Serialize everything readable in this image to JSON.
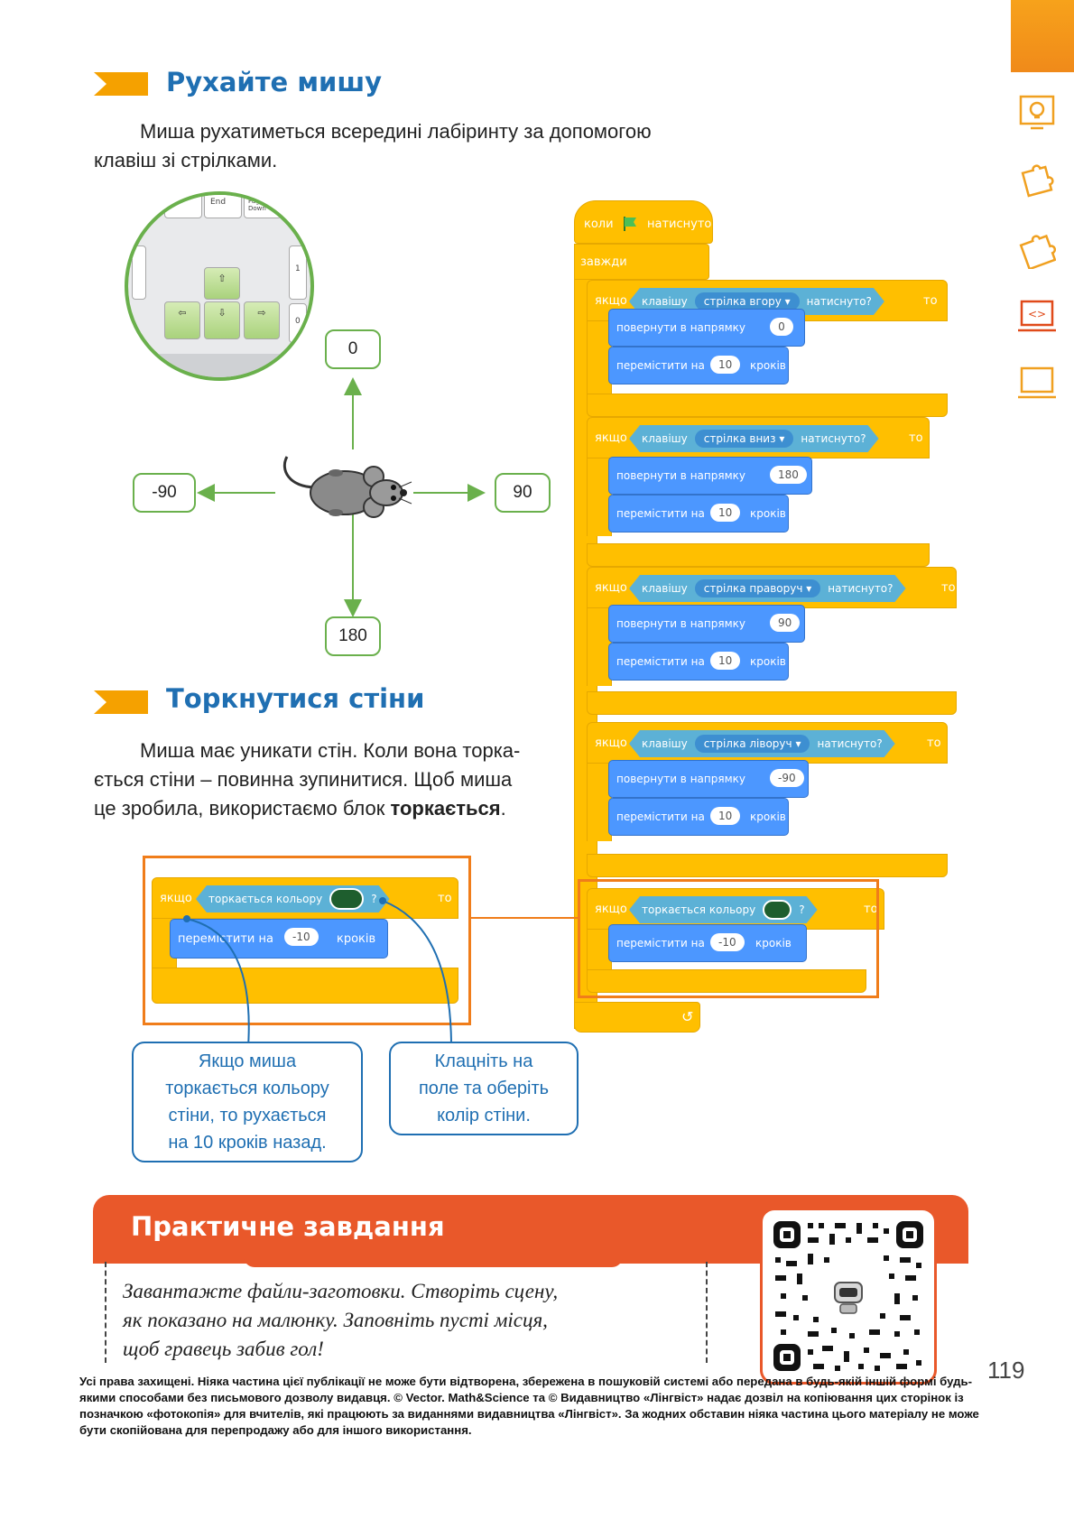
{
  "section1": {
    "title": "Рухайте мишу",
    "paragraph_line1": "Миша рухатиметься всередині лабіринту за допомогою",
    "paragraph_line2": "клавіш зі стрілками."
  },
  "keyboard": {
    "keys": [
      "End",
      "Page Down",
      "1",
      "0"
    ],
    "arrows": [
      "⇧",
      "⇦",
      "⇩",
      "⇨"
    ]
  },
  "directions": {
    "up": "0",
    "left": "-90",
    "right": "90",
    "down": "180"
  },
  "section2": {
    "title": "Торкнутися стіни",
    "line1": "Миша має уникати стін. Коли вона торка-",
    "line2": "ється стіни – повинна зупинитися. Щоб миша",
    "line3_plain": "це зробила, використаємо блок ",
    "line3_bold": "торкається",
    "line3_end": "."
  },
  "script": {
    "hat_when": "коли",
    "hat_clicked": "натиснуто",
    "forever": "завжди",
    "if_label": "якщо",
    "then_label": "то",
    "key_label": "клавішу",
    "pressed_label": "натиснуто?",
    "turn_label": "повернути в напрямку",
    "move_label": "перемістити на",
    "steps_label": "кроків",
    "conditions": [
      {
        "key": "стрілка вгору",
        "angle": "0",
        "steps": "10"
      },
      {
        "key": "стрілка вниз",
        "angle": "180",
        "steps": "10"
      },
      {
        "key": "стрілка праворуч",
        "angle": "90",
        "steps": "10"
      },
      {
        "key": "стрілка ліворуч",
        "angle": "-90",
        "steps": "10"
      }
    ],
    "touch_label": "торкається кольору",
    "question": "?",
    "back_steps": "-10",
    "loop_arrow": "↺"
  },
  "touch_colors": {
    "wall": "#1e5e2e"
  },
  "callouts": {
    "left": [
      "Якщо миша",
      "торкається кольору",
      "стіни, то рухається",
      "на 10 кроків назад."
    ],
    "right": [
      "Клацніть на",
      "поле та оберіть",
      "колір стіни."
    ]
  },
  "practical": {
    "title": "Практичне завдання",
    "lines": [
      "Завантажте файли-заготовки. Створіть сцену,",
      "як показано на малюнку. Заповніть пусті місця,",
      "щоб гравець забив гол!"
    ]
  },
  "page_number": "119",
  "footer": "Усі права захищені. Ніяка частина цієї публікації не може бути відтворена, збережена в пошуковій системі або передана в будь-якій іншій формі будь-якими способами без письмового дозволу видавця. © Vector. Math&Science та © Видавництво «Лінгвіст» надає дозвіл на копіювання цих сторінок із позначкою «фотокопія» для вчителів, які працюють за виданнями видавництва «Лінгвіст». За жодних обставин ніяка частина цього матеріалу не може бути скопійована для перепродажу або для іншого використання.",
  "colors": {
    "accent_orange": "#f07d1a",
    "title_blue": "#1f6fb2",
    "scratch_yellow": "#ffbf00",
    "scratch_blue": "#4c97ff",
    "practical_red": "#e9582a"
  }
}
